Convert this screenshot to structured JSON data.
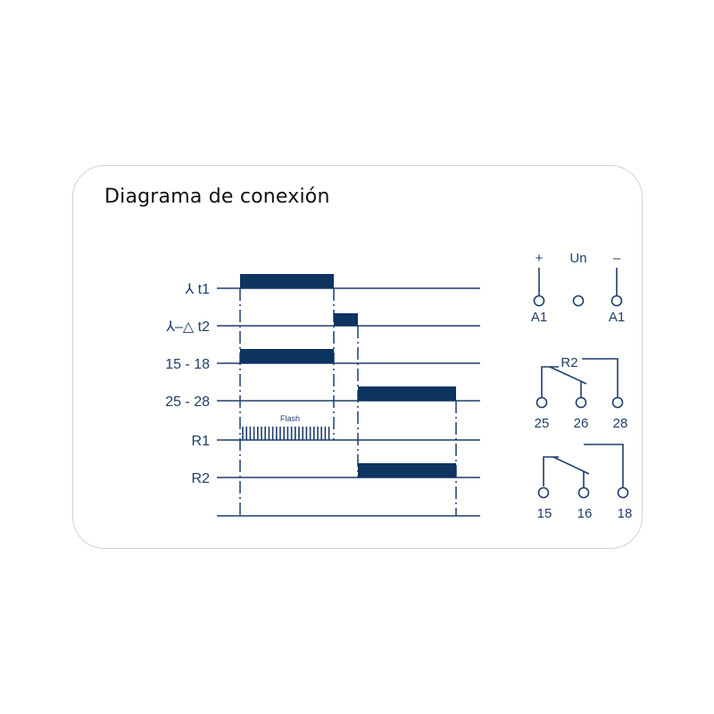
{
  "title": "Diagrama de conexión",
  "colors": {
    "accent": "#0e3460",
    "line": "#1f3d6b"
  },
  "timing": {
    "rows": [
      {
        "label": "⅄ t1"
      },
      {
        "label": "⅄–△ t2"
      },
      {
        "label": "15 - 18"
      },
      {
        "label": "25 - 28"
      },
      {
        "label": "R1"
      },
      {
        "label": "R2"
      }
    ],
    "flash_label": "Flash"
  },
  "terminals": {
    "supply": {
      "plus": "+",
      "un": "Un",
      "minus": "–",
      "a1_left": "A1",
      "a1_right": "A1"
    },
    "r2": {
      "name": "R2",
      "pins": [
        "25",
        "26",
        "28"
      ]
    },
    "r1": {
      "pins": [
        "15",
        "16",
        "18"
      ]
    }
  }
}
